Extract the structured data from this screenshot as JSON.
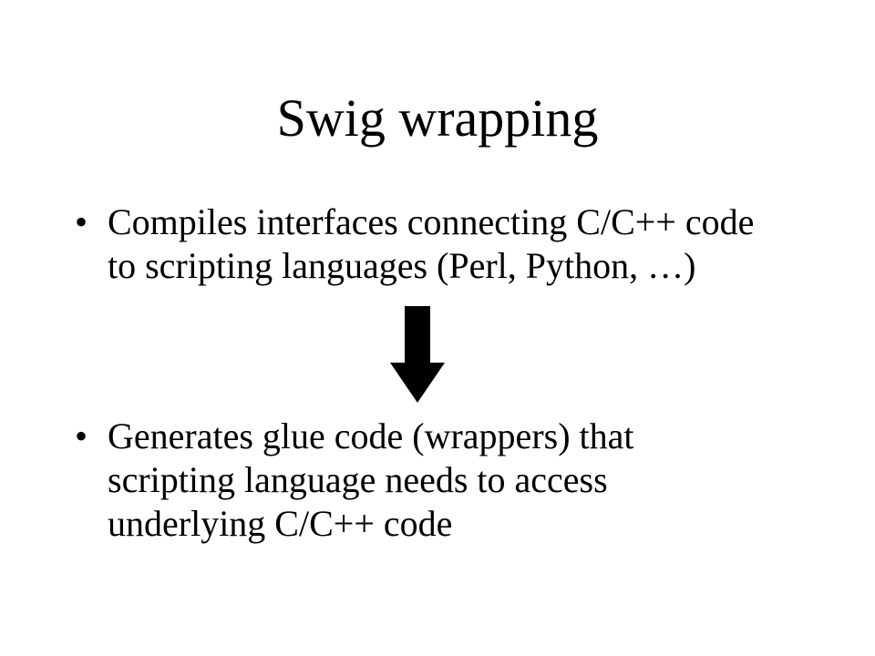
{
  "slide": {
    "title": "Swig wrapping",
    "bullets": [
      {
        "glyph": "•",
        "text": "Compiles interfaces connecting C/C++ code\nto scripting languages (Perl, Python, …)"
      },
      {
        "glyph": "•",
        "text": "Generates glue code (wrappers) that\nscripting language needs to access\nunderlying C/C++ code"
      }
    ],
    "arrow": {
      "icon": "down-arrow-icon",
      "color": "#000000"
    }
  }
}
